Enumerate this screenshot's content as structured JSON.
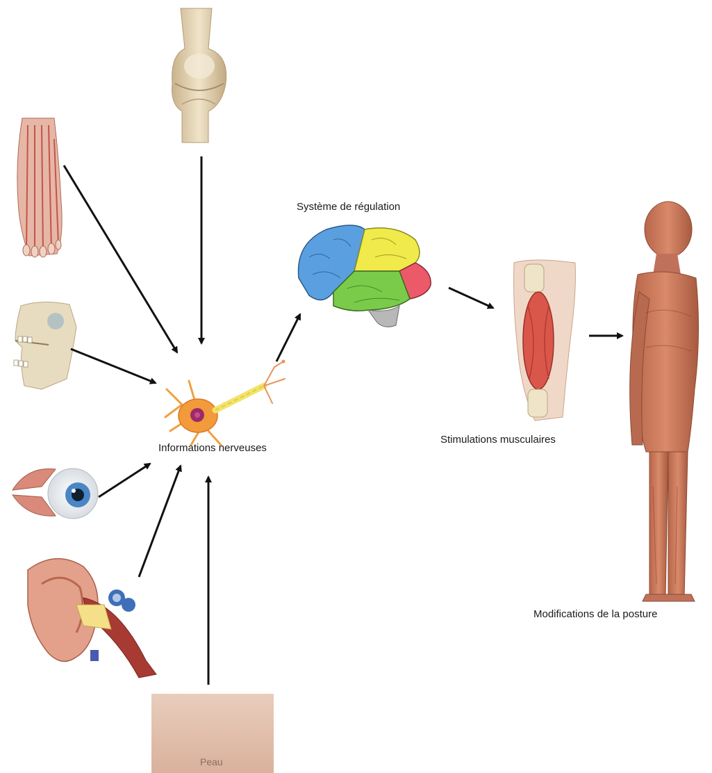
{
  "labels": {
    "regulation": "Système de régulation",
    "information": "Informations nerveuses",
    "stimulation": "Stimulations musculaires",
    "posture": "Modifications de la posture",
    "skin": "Peau"
  }
}
